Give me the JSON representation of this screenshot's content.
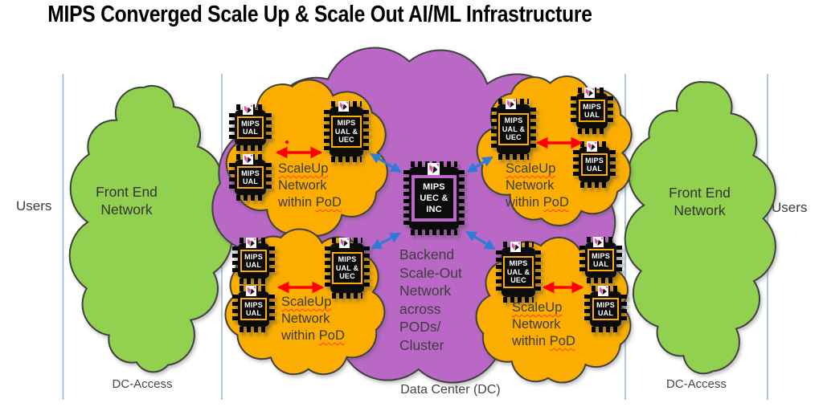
{
  "title": "MIPS Converged Scale Up & Scale Out AI/ML Infrastructure",
  "colors": {
    "green_cloud": "#92D050",
    "orange_cloud": "#FBAE01",
    "purple_cloud": "#BA68C6",
    "cloud_outline": "#404040",
    "red_arrow": "#FF0000",
    "blue_arrow": "#2E7CD6",
    "divider_line": "#9CB7DB",
    "chip_body": "#0c0c0c",
    "logo_pink": "#E855A8"
  },
  "icons": {
    "chip_logo": "mips-pink-logo"
  },
  "left_zone": {
    "users_label": "Users",
    "cloud_label": "Front End\nNetwork",
    "bottom_label": "DC-Access"
  },
  "right_zone": {
    "users_label": "Users",
    "cloud_label": "Front End\nNetwork",
    "bottom_label": "DC-Access"
  },
  "center": {
    "chip_label": "MIPS\nUEC &\nINC",
    "backend_label": "Backend\nScale-Out\nNetwork\nacross\nPODs/\nCluster",
    "bottom_label": "Data Center (DC)"
  },
  "pods": [
    {
      "name": "upper-left",
      "chips": [
        "MIPS\nUAL",
        "MIPS\nUAL",
        "MIPS\nUAL &\nUEC"
      ],
      "label": {
        "scaleup": "ScaleUp",
        "network": "Network",
        "within": "within",
        "pod": "PoD"
      }
    },
    {
      "name": "upper-right",
      "chips": [
        "MIPS\nUAL",
        "MIPS\nUAL",
        "MIPS\nUAL &\nUEC"
      ],
      "label": {
        "scaleup": "ScaleUp",
        "network": "Network",
        "within": "within",
        "pod": "PoD"
      }
    },
    {
      "name": "lower-left",
      "chips": [
        "MIPS\nUAL",
        "MIPS\nUAL",
        "MIPS\nUAL &\nUEC"
      ],
      "label": {
        "scaleup": "ScaleUp",
        "network": "Network",
        "within": "within",
        "pod": "PoD"
      }
    },
    {
      "name": "lower-right",
      "chips": [
        "MIPS\nUAL",
        "MIPS\nUAL",
        "MIPS\nUAL &\nUEC"
      ],
      "label": {
        "scaleup": "ScaleUp",
        "network": "Network",
        "within": "within",
        "pod": "PoD"
      }
    }
  ]
}
